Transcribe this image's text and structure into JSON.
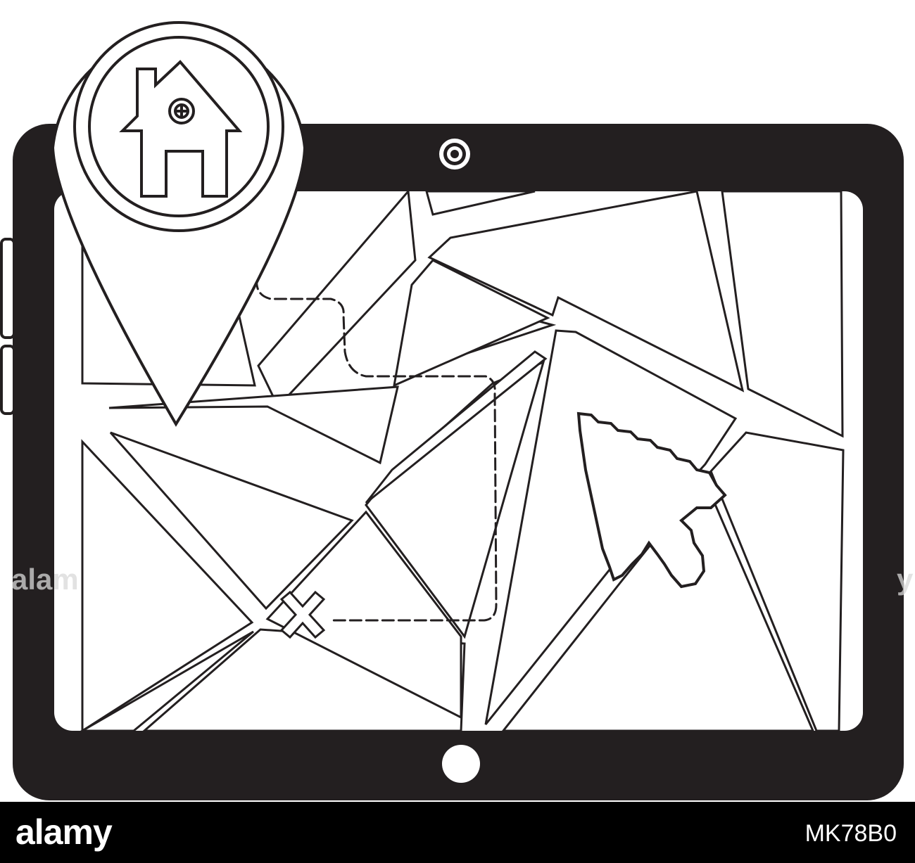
{
  "illustration": {
    "tablet": {
      "frame_color": "#231f20",
      "screen_color": "#ffffff"
    },
    "map": {
      "road_stroke_color": "#231f20"
    },
    "markers": {
      "location_pin": {
        "icon": "map-pin-icon",
        "content_icon": "house-icon"
      },
      "destination": {
        "icon": "x-mark-icon"
      },
      "pointer": {
        "icon": "arrow-cursor-icon"
      }
    },
    "route": {
      "style": "dashed",
      "icon": "route-path"
    }
  },
  "watermark": {
    "left_text": "alam",
    "right_text": "y"
  },
  "footer": {
    "logo": "alamy",
    "image_id": "MK78B0",
    "background": "#000000",
    "text_color": "#ffffff"
  }
}
